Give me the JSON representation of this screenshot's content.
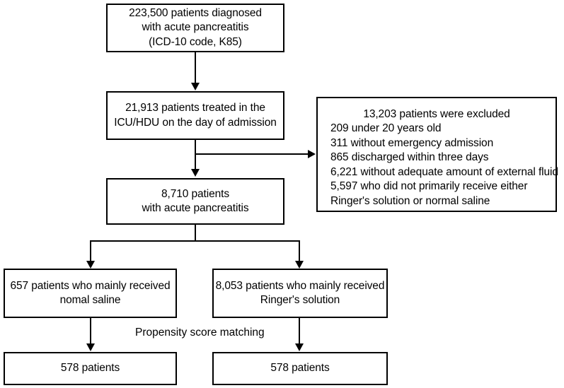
{
  "diagram": {
    "title": "Patient selection flow diagram for acute pancreatitis fluid therapy study",
    "type": "flowchart",
    "background_color": "#ffffff",
    "line_color": "#000000",
    "text_color": "#000000"
  },
  "nodes": {
    "cohort_initial": {
      "lines": [
        "223,500 patients diagnosed",
        "with acute pancreatitis",
        "(ICD-10 code, K85)"
      ],
      "count": "223,500"
    },
    "cohort_icu": {
      "lines": [
        "21,913 patients treated in the",
        "ICU/HDU on the day of admission"
      ],
      "count": "21,913"
    },
    "exclusions": {
      "heading": "13,203 patients were excluded",
      "count": "13,203",
      "reasons": [
        "209 under 20 years old",
        "311 without emergency admission",
        "865 discharged within three days",
        "6,221 without adequate amount of external fluid",
        "5,597 who did not primarily receive either",
        "Ringer's solution or normal saline"
      ]
    },
    "cohort_analyzed": {
      "lines": [
        "8,710 patients",
        "with acute pancreatitis"
      ],
      "count": "8,710"
    },
    "group_saline": {
      "lines": [
        "657 patients who mainly received",
        "nomal saline"
      ],
      "count": "657"
    },
    "group_ringer": {
      "lines": [
        "8,053 patients who mainly received",
        "Ringer's solution"
      ],
      "count": "8,053"
    },
    "matched_saline": {
      "lines": [
        "578 patients"
      ],
      "count": "578"
    },
    "matched_ringer": {
      "lines": [
        "578 patients"
      ],
      "count": "578"
    }
  },
  "annotations": {
    "matching_method": "Propensity score matching"
  }
}
